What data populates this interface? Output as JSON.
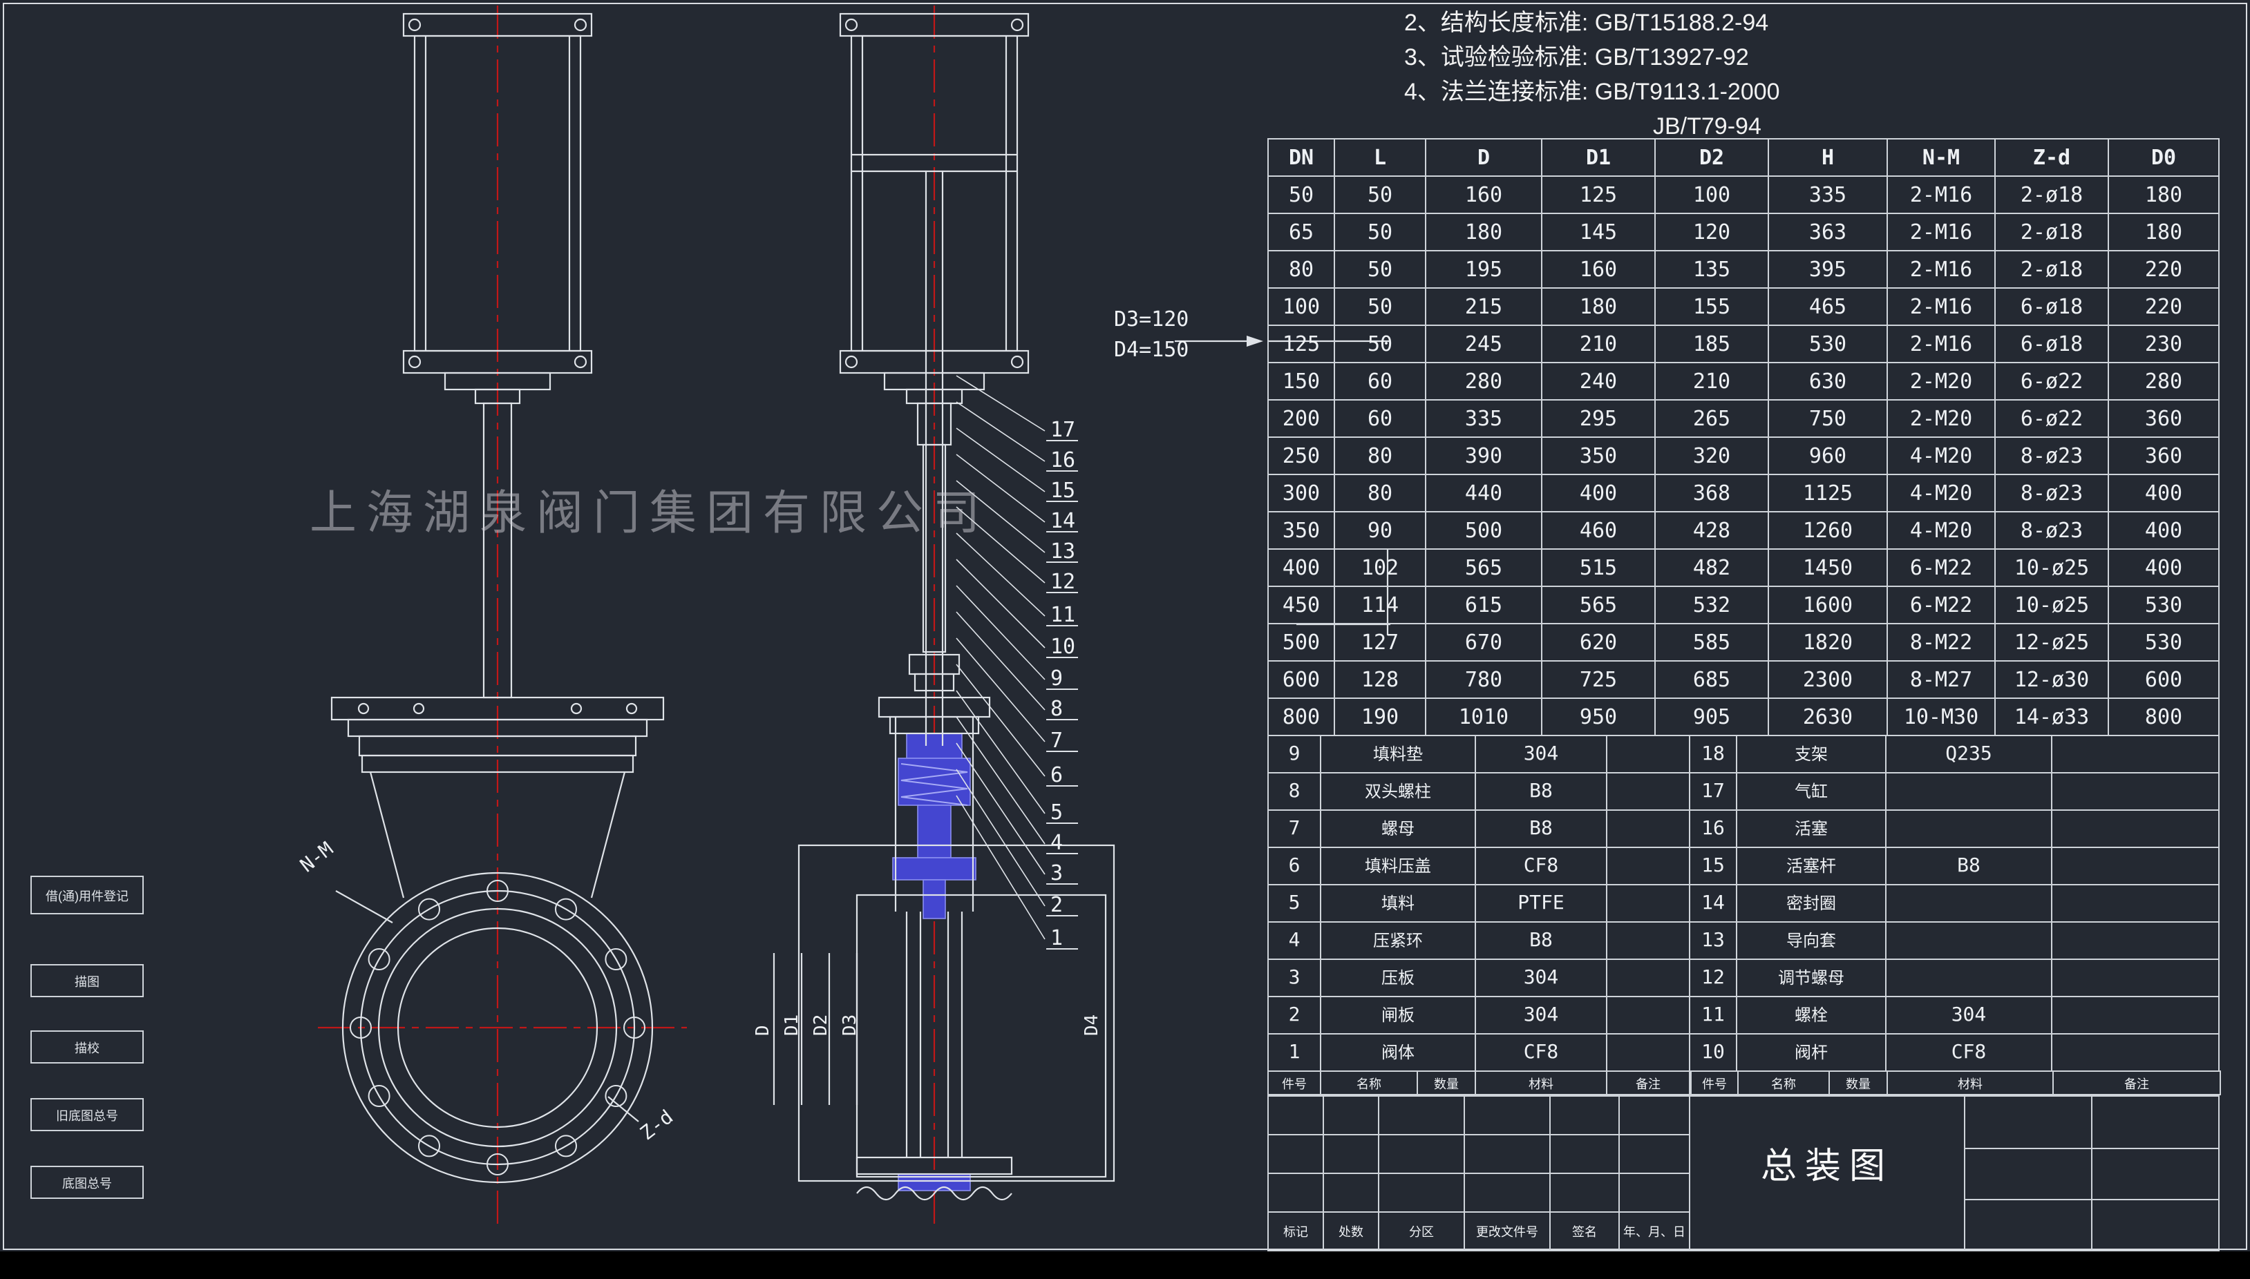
{
  "colors": {
    "background": "#242932",
    "line": "#dfe3e8",
    "centerline_red": "#c01818",
    "packing_blue": "#4446d0",
    "spring_blue": "#a6aaf5",
    "text": "#eef1f4"
  },
  "watermark": "上海湖泉阀门集团有限公司",
  "notes": {
    "l1": "2、结构长度标准:  GB/T15188.2-94",
    "l2": "3、试验检验标准:  GB/T13927-92",
    "l3": "4、法兰连接标准:  GB/T9113.1-2000",
    "l4": "JB/T79-94"
  },
  "drawing": {
    "nm": "N-M",
    "zd": "Z-d",
    "d": "D",
    "d1": "D1",
    "d2": "D2",
    "d3": "D3",
    "d4": "D4",
    "d3_note": "D3=120",
    "d4_note": "D4=150",
    "callouts": [
      "17",
      "16",
      "15",
      "14",
      "13",
      "12",
      "11",
      "10",
      "9",
      "8",
      "7",
      "6",
      "5",
      "4",
      "3",
      "2",
      "1"
    ]
  },
  "spec_table": {
    "headers": [
      "DN",
      "L",
      "D",
      "D1",
      "D2",
      "H",
      "N-M",
      "Z-d",
      "D0"
    ],
    "rows": [
      [
        "50",
        "50",
        "160",
        "125",
        "100",
        "335",
        "2-M16",
        "2-ø18",
        "180"
      ],
      [
        "65",
        "50",
        "180",
        "145",
        "120",
        "363",
        "2-M16",
        "2-ø18",
        "180"
      ],
      [
        "80",
        "50",
        "195",
        "160",
        "135",
        "395",
        "2-M16",
        "2-ø18",
        "220"
      ],
      [
        "100",
        "50",
        "215",
        "180",
        "155",
        "465",
        "2-M16",
        "6-ø18",
        "220"
      ],
      [
        "125",
        "50",
        "245",
        "210",
        "185",
        "530",
        "2-M16",
        "6-ø18",
        "230"
      ],
      [
        "150",
        "60",
        "280",
        "240",
        "210",
        "630",
        "2-M20",
        "6-ø22",
        "280"
      ],
      [
        "200",
        "60",
        "335",
        "295",
        "265",
        "750",
        "2-M20",
        "6-ø22",
        "360"
      ],
      [
        "250",
        "80",
        "390",
        "350",
        "320",
        "960",
        "4-M20",
        "8-ø23",
        "360"
      ],
      [
        "300",
        "80",
        "440",
        "400",
        "368",
        "1125",
        "4-M20",
        "8-ø23",
        "400"
      ],
      [
        "350",
        "90",
        "500",
        "460",
        "428",
        "1260",
        "4-M20",
        "8-ø23",
        "400"
      ],
      [
        "400",
        "102",
        "565",
        "515",
        "482",
        "1450",
        "6-M22",
        "10-ø25",
        "400"
      ],
      [
        "450",
        "114",
        "615",
        "565",
        "532",
        "1600",
        "6-M22",
        "10-ø25",
        "530"
      ],
      [
        "500",
        "127",
        "670",
        "620",
        "585",
        "1820",
        "8-M22",
        "12-ø25",
        "530"
      ],
      [
        "600",
        "128",
        "780",
        "725",
        "685",
        "2300",
        "8-M27",
        "12-ø30",
        "600"
      ],
      [
        "800",
        "190",
        "1010",
        "950",
        "905",
        "2630",
        "10-M30",
        "14-ø33",
        "800"
      ]
    ]
  },
  "parts_list": {
    "header_labels": [
      "件号",
      "名称",
      "数量",
      "材料",
      "备注"
    ],
    "left": [
      {
        "no": "9",
        "name": "填料垫",
        "mat": "304"
      },
      {
        "no": "8",
        "name": "双头螺柱",
        "mat": "B8"
      },
      {
        "no": "7",
        "name": "螺母",
        "mat": "B8"
      },
      {
        "no": "6",
        "name": "填料压盖",
        "mat": "CF8"
      },
      {
        "no": "5",
        "name": "填料",
        "mat": "PTFE"
      },
      {
        "no": "4",
        "name": "压紧环",
        "mat": "B8"
      },
      {
        "no": "3",
        "name": "压板",
        "mat": "304"
      },
      {
        "no": "2",
        "name": "闸板",
        "mat": "304"
      },
      {
        "no": "1",
        "name": "阀体",
        "mat": "CF8"
      }
    ],
    "right": [
      {
        "no": "18",
        "name": "支架",
        "mat": "Q235"
      },
      {
        "no": "17",
        "name": "气缸",
        "mat": ""
      },
      {
        "no": "16",
        "name": "活塞",
        "mat": ""
      },
      {
        "no": "15",
        "name": "活塞杆",
        "mat": "B8"
      },
      {
        "no": "14",
        "name": "密封圈",
        "mat": ""
      },
      {
        "no": "13",
        "name": "导向套",
        "mat": ""
      },
      {
        "no": "12",
        "name": "调节螺母",
        "mat": ""
      },
      {
        "no": "11",
        "name": "螺栓",
        "mat": "304"
      },
      {
        "no": "10",
        "name": "阀杆",
        "mat": "CF8"
      }
    ]
  },
  "change_record": {
    "labels": [
      "标记",
      "处数",
      "分区",
      "更改文件号",
      "签名",
      "年、月、日"
    ]
  },
  "title_block": {
    "title": "总装图"
  },
  "left_margin": {
    "boxes": [
      "借(通)用件登记",
      "描图",
      "描校",
      "旧底图总号",
      "底图总号"
    ]
  }
}
